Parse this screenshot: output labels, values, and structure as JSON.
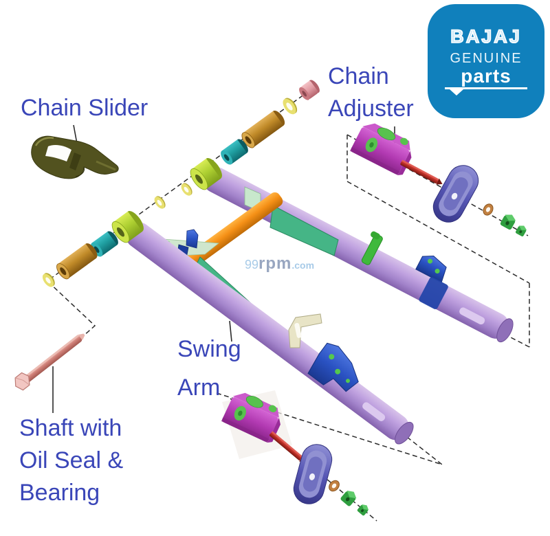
{
  "page": {
    "title": "Bajaj Swing Arm Parts Diagram",
    "background": "#FFFFFF"
  },
  "labels": {
    "chain_slider": "Chain Slider",
    "chain_adjuster": "Chain\nAdjuster",
    "swing_arm": "Swing\nArm",
    "shaft": "Shaft with\nOil Seal &\nBearing",
    "label_color": "#3A46B8"
  },
  "logo": {
    "brand": "BAJAJ",
    "genuine": "GENUINE",
    "parts": "parts",
    "bg_color": "#1080BC",
    "text_color": "#FFFFFF"
  },
  "watermark": {
    "prefix": "99",
    "mid": "rpm",
    "suffix": ".com",
    "light_color": "#A8CBE8",
    "mid_color": "#98A6C0"
  },
  "palette": {
    "swing_arm_purple": "#B79BDA",
    "pivot_collar_green": "#AED032",
    "bushing_gold": "#C08A28",
    "spacer_teal": "#1F9EA0",
    "washer_yellow": "#E8E070",
    "nut_pink": "#E09AA2",
    "cross_tube_orange": "#F59016",
    "gusset_green": "#45B586",
    "plate_pale_green": "#CFE6CD",
    "bracket_blue": "#2A52C2",
    "clamp_green": "#3FB93C",
    "bracket_cream": "#E8E4C6",
    "adjuster_magenta": "#B23AB2",
    "adjuster_pad_green": "#58C24E",
    "adjuster_bolt_red": "#C03028",
    "end_plate_indigo": "#5656B4",
    "nut_green": "#2F9E3F",
    "washer_brown": "#C28040",
    "shaft_salmon": "#D08078",
    "chain_slider_olive": "#52521F",
    "guide_line_dark": "#2B2B2B"
  }
}
